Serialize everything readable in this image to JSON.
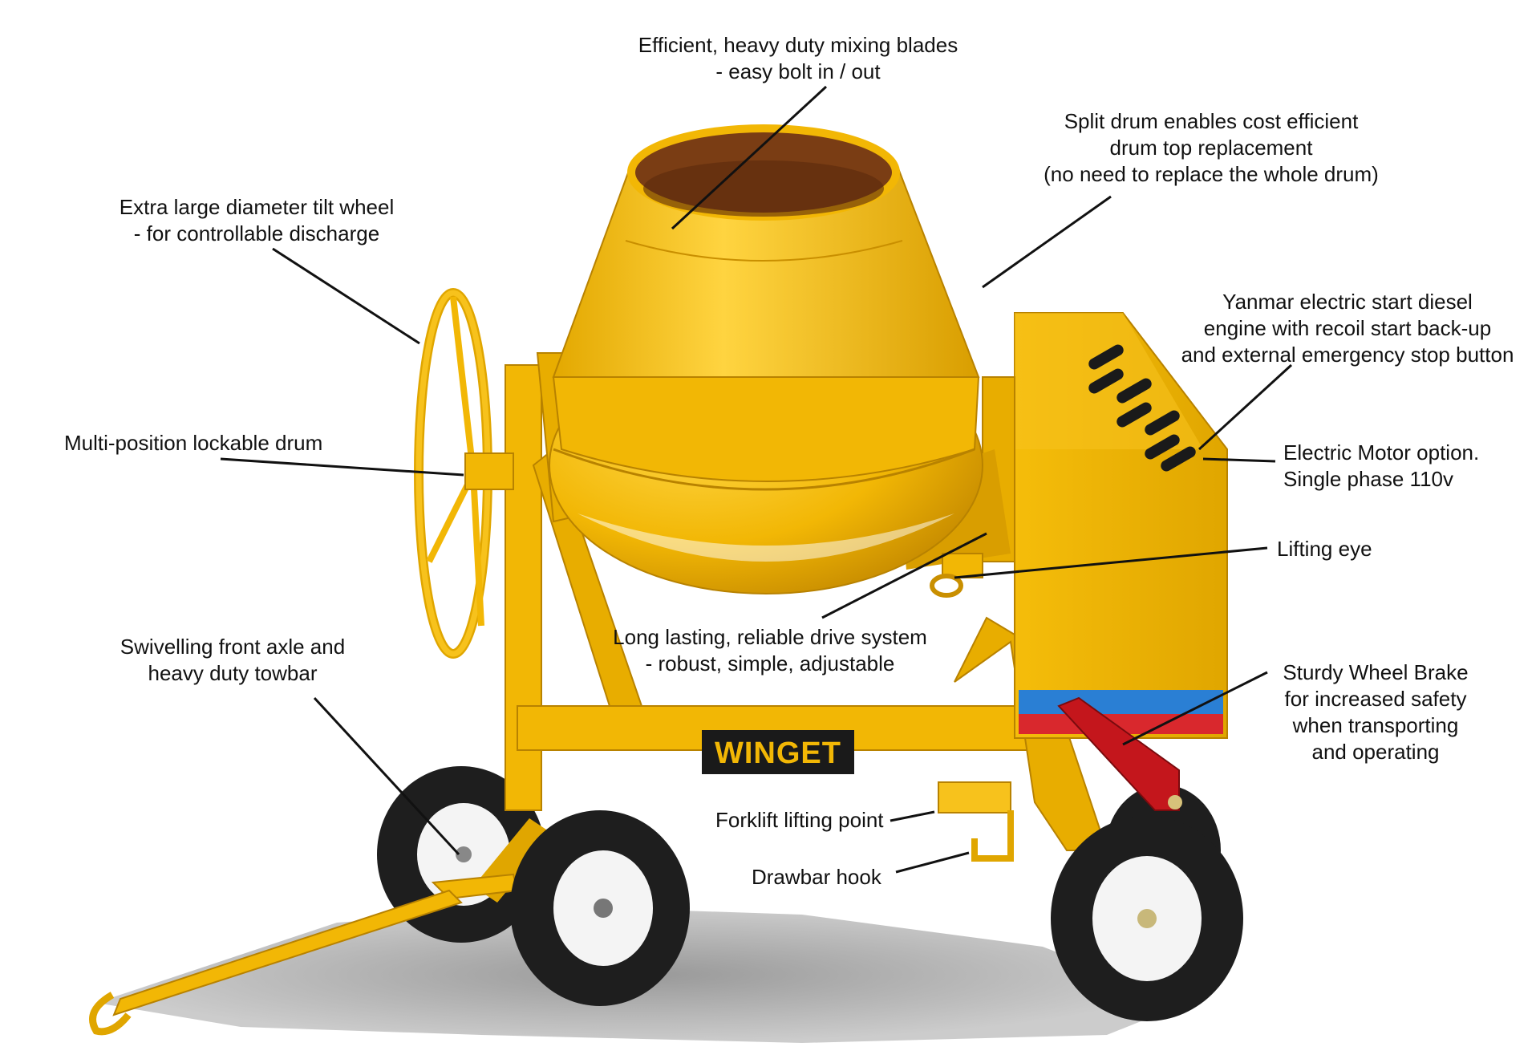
{
  "brand": {
    "name": "WINGET",
    "color": "#1a1a1a"
  },
  "colors": {
    "body_yellow": "#f2b705",
    "body_yellow_dark": "#c98f00",
    "tyre": "#1e1e1e",
    "hub": "#f4f4f4",
    "stripe_blue": "#2a7fd4",
    "stripe_red": "#d9282d",
    "brake_red": "#c4161c",
    "shadow": "#8c8c8c"
  },
  "callouts": {
    "mixing_blades": {
      "lines": [
        "Efficient, heavy duty mixing blades",
        "- easy bolt in / out"
      ]
    },
    "split_drum": {
      "lines": [
        "Split drum enables cost efficient",
        "drum top replacement",
        "(no need to replace the whole drum)"
      ]
    },
    "tilt_wheel": {
      "lines": [
        "Extra large diameter tilt wheel",
        "- for controllable discharge"
      ]
    },
    "yanmar_engine": {
      "lines": [
        "Yanmar electric start diesel",
        "engine with recoil start back-up",
        "and external emergency stop button"
      ]
    },
    "lockable_drum": {
      "lines": [
        "Multi-position lockable drum"
      ]
    },
    "electric_motor": {
      "lines": [
        "Electric Motor option.",
        "Single phase 110v"
      ]
    },
    "lifting_eye": {
      "lines": [
        "Lifting eye"
      ]
    },
    "drive_system": {
      "lines": [
        "Long lasting, reliable drive system",
        "- robust, simple, adjustable"
      ]
    },
    "front_axle": {
      "lines": [
        "Swivelling front axle and",
        "heavy duty towbar"
      ]
    },
    "wheel_brake": {
      "lines": [
        "Sturdy Wheel Brake",
        "for increased safety",
        "when transporting",
        "and operating"
      ]
    },
    "forklift_point": {
      "lines": [
        "Forklift lifting point"
      ]
    },
    "drawbar_hook": {
      "lines": [
        "Drawbar hook"
      ]
    }
  }
}
